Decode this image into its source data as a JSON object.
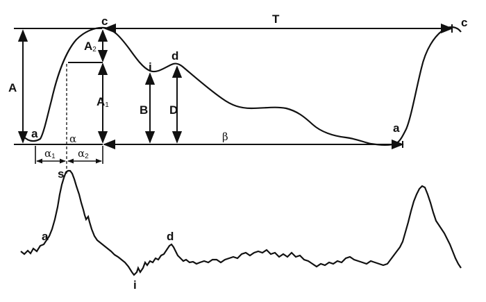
{
  "diagram": {
    "labels": {
      "c_left": "c",
      "c_right": "c",
      "T": "T",
      "A": "A",
      "A2_main": "A",
      "A2_sub": "2",
      "A1_main": "A",
      "A1_sub": "1",
      "i_top": "i",
      "d_top": "d",
      "B": "B",
      "D": "D",
      "a_left_top": "a",
      "a_right_top": "a",
      "alpha": "α",
      "alpha1_main": "α",
      "alpha1_sub": "1",
      "alpha2_main": "α",
      "alpha2_sub": "2",
      "beta": "β",
      "s": "s",
      "a_bottom": "a",
      "d_bottom": "d",
      "i_bottom": "i"
    },
    "colors": {
      "ink": "#111111",
      "background": "#ffffff"
    }
  }
}
